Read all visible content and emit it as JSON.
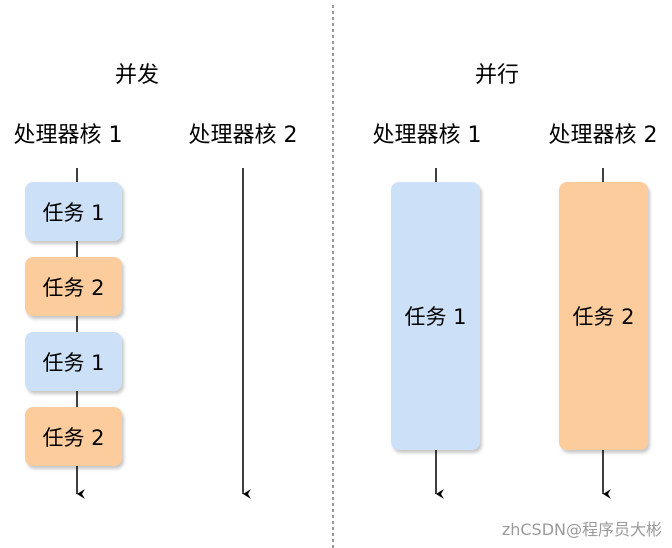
{
  "concurrency": {
    "title": "并发",
    "core1_label": "处理器核 1",
    "core2_label": "处理器核 2",
    "tasks": [
      "任务 1",
      "任务 2",
      "任务 1",
      "任务 2"
    ]
  },
  "parallelism": {
    "title": "并行",
    "core1_label": "处理器核 1",
    "core2_label": "处理器核 2",
    "tasks": [
      "任务 1",
      "任务 2"
    ]
  },
  "watermark": "zhCSDN@程序员大彬",
  "colors": {
    "task1": "#cce0f7",
    "task2": "#fccc9c",
    "divider": "#555555"
  }
}
